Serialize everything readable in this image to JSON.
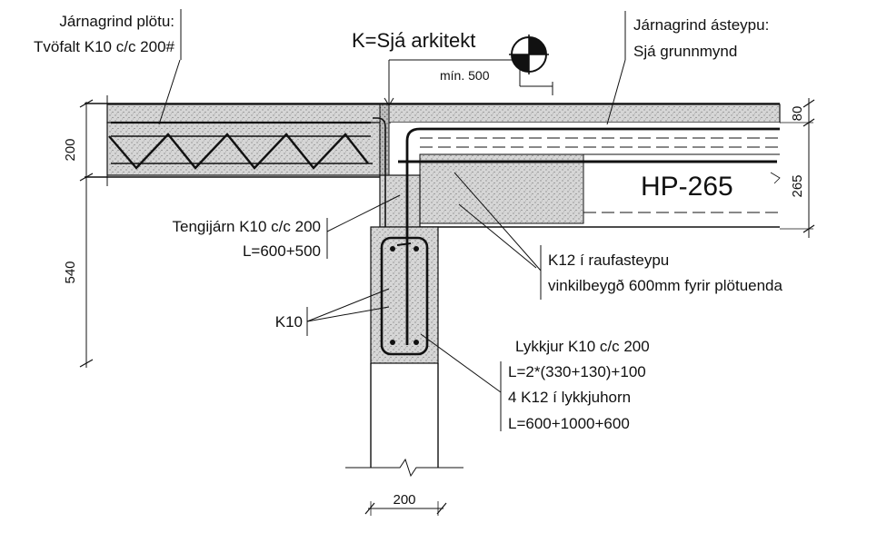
{
  "labels": {
    "top_left_line1": "Járnagrind plötu:",
    "top_left_line2": "Tvöfalt K10 c/c 200#",
    "k_note": "K=Sjá arkitekt",
    "min_dim": "mín. 500",
    "top_right_line1": "Járnagrind ásteypu:",
    "top_right_line2": "Sjá grunnmynd",
    "hp_label": "HP-265",
    "tengi_line1": "Tengijárn K10 c/c 200",
    "tengi_line2": "L=600+500",
    "k12_line1": "K12 í raufasteypu",
    "k12_line2": "vinkilbeygð 600mm fyrir plötuenda",
    "k10_label": "K10",
    "lykk_line1": "Lykkjur K10 c/c 200",
    "lykk_line2": "L=2*(330+130)+100",
    "lykk_line3": "4 K12 í lykkjuhorn",
    "lykk_line4": "L=600+1000+600"
  },
  "dimensions": {
    "left_slab": "200",
    "left_wall": "540",
    "right_top": "80",
    "right_hp": "265",
    "bottom_wall": "200"
  },
  "colors": {
    "line": "#111111",
    "concrete_fill": "#cfcfcf",
    "hatch": "#7a7a7a"
  }
}
